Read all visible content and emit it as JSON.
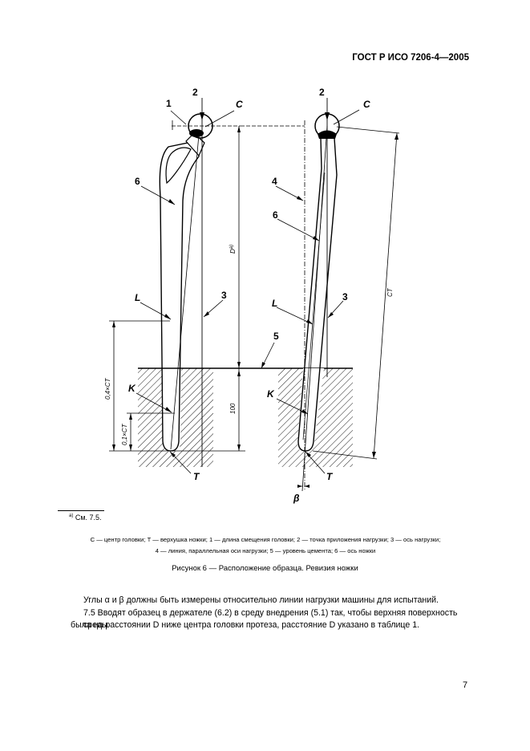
{
  "header": {
    "doc_id": "ГОСТ Р ИСО 7206-4—2005"
  },
  "figure": {
    "left": {
      "labels": {
        "n1": "1",
        "n2": "2",
        "c": "C",
        "n6": "6",
        "l": "L",
        "n3": "3",
        "n5": "5",
        "k": "K",
        "t": "T"
      },
      "dims": {
        "d": "D",
        "d_sup": "a)",
        "h100": "100",
        "h04": "0,4×CT",
        "h01": "0,1×CT"
      }
    },
    "right": {
      "labels": {
        "n2": "2",
        "c": "C",
        "n4": "4",
        "n6": "6",
        "l": "L",
        "n3": "3",
        "k": "K",
        "t": "T",
        "beta": "β"
      },
      "dims": {
        "ct": "CT"
      }
    }
  },
  "footnote": {
    "mark": "a)",
    "text": "См. 7.5."
  },
  "legend": {
    "line1": "C — центр головки; T — верхушка ножки; 1 — длина смещения головки; 2 — точка приложения нагрузки; 3 — ось нагрузки;",
    "line2": "4 — линия, параллельная оси нагрузки; 5 — уровень цемента; 6 — ось ножки"
  },
  "caption": "Рисунок 6 — Расположение образца. Ревизия ножки",
  "paragraphs": {
    "p1": "Углы α и β должны быть измерены относительно линии нагрузки машины для испытаний.",
    "p2a": "7.5 Вводят образец в держателе (6.2) в среду внедрения (5.1) так, чтобы верхняя поверхность среды",
    "p2b": "была на расстоянии D ниже центра головки протеза, расстояние D указано в таблице 1."
  },
  "page": {
    "number": "7"
  }
}
